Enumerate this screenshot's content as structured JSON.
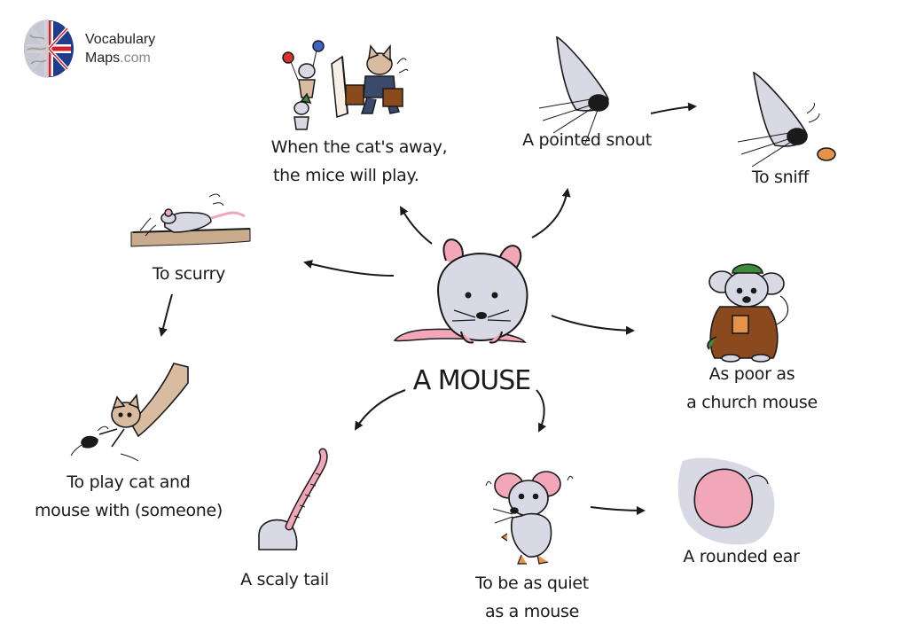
{
  "logo": {
    "line1": "Vocabulary",
    "line2_main": "Maps",
    "line2_suffix": ".com"
  },
  "center_label": "A MOUSE",
  "labels": {
    "cats_away_1": "When the cat's away,",
    "cats_away_2": "the mice will play.",
    "pointed_snout": "A pointed snout",
    "to_sniff": "To sniff",
    "to_scurry": "To scurry",
    "church_1": "As poor as",
    "church_2": "a church mouse",
    "cat_mouse_1": "To play cat and",
    "cat_mouse_2": "mouse with (someone)",
    "scaly_tail": "A scaly tail",
    "quiet_1": "To be as quiet",
    "quiet_2": "as a mouse",
    "rounded_ear": "A rounded ear"
  },
  "colors": {
    "fur": "#d9d9e6",
    "pink": "#f2a7b8",
    "ink": "#1a1a1a",
    "cat": "#d9bca0",
    "floor": "#c9ab8e",
    "brown_coat": "#8a4a1e",
    "green_hat": "#3c8a3c",
    "orange": "#e5924a"
  }
}
